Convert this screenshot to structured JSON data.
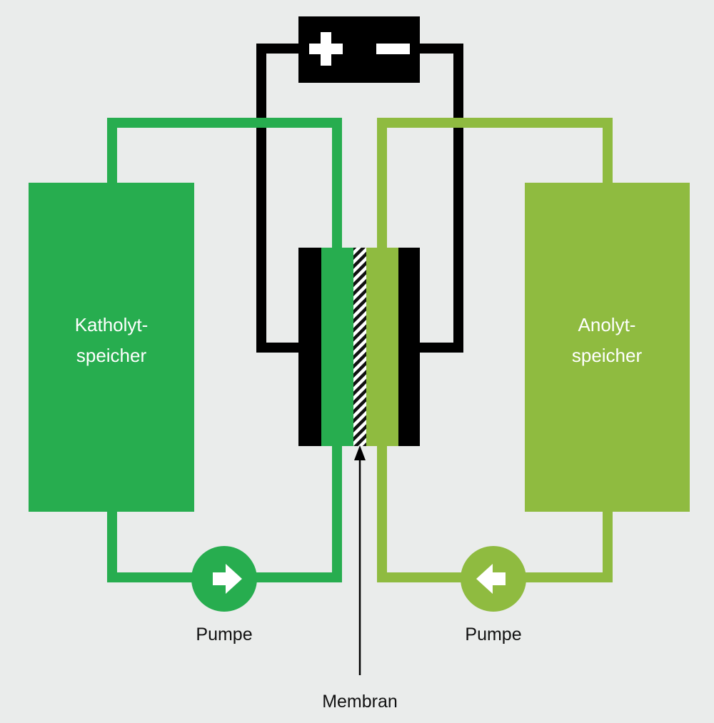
{
  "diagram": {
    "catholyte_tank": {
      "label_line1": "Katholyt-",
      "label_line2": "speicher"
    },
    "anolyte_tank": {
      "label_line1": "Anolyt-",
      "label_line2": "speicher"
    },
    "left_pump": {
      "label": "Pumpe",
      "direction": "right"
    },
    "right_pump": {
      "label": "Pumpe",
      "direction": "left"
    },
    "membrane": {
      "label": "Membran"
    }
  },
  "colors": {
    "background": "#eaeceb",
    "catholyte_green": "#27ad4f",
    "anolyte_green": "#8fbb40",
    "circuit_black": "#000000",
    "text_white": "#ffffff",
    "caption_text": "#111111"
  },
  "icons": {
    "battery": "battery-icon",
    "plus": "plus-icon",
    "minus": "minus-icon",
    "left_pump_arrow": "arrow-right-icon",
    "right_pump_arrow": "arrow-left-icon"
  }
}
